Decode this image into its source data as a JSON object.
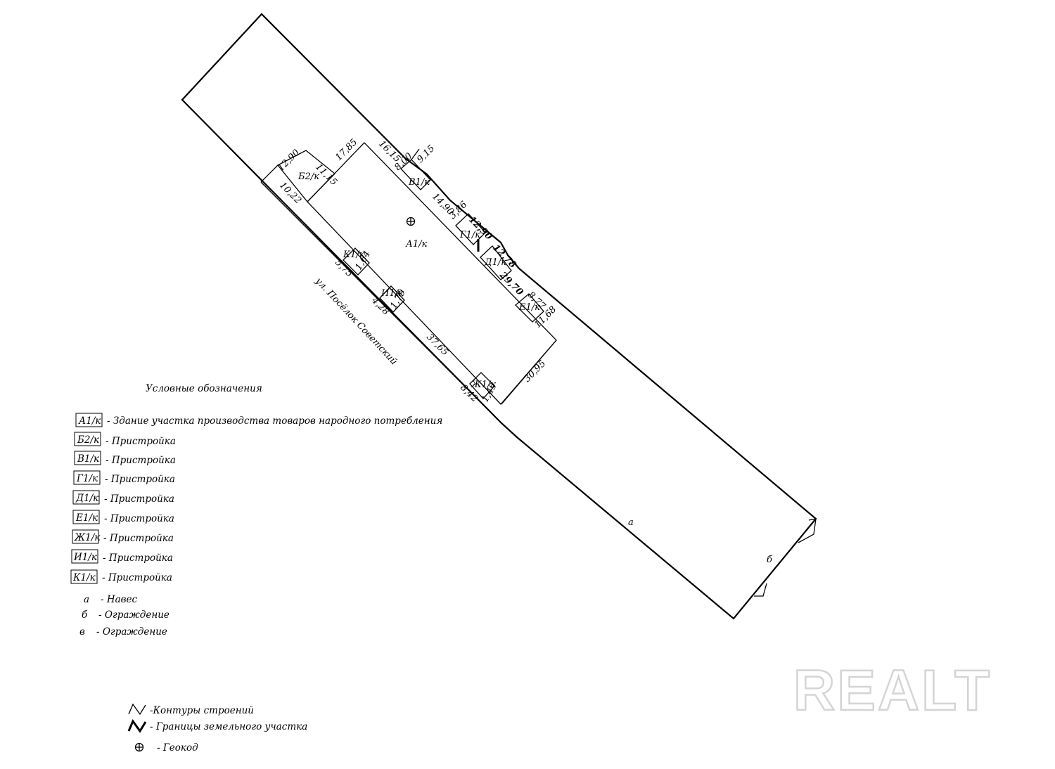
{
  "plan": {
    "street": "ул. Посёлок Советский",
    "main_building": "А1/к",
    "annex_labels": {
      "b2": "Б2/к",
      "v1": "В1/к",
      "g1": "Г1/к",
      "d1": "Д1/к",
      "e1": "Е1/к",
      "zh1": "Ж1/к",
      "i1": "И1/к",
      "k1": "К1/к"
    },
    "markers": {
      "a": "а",
      "b": "б"
    },
    "dimensions": {
      "d1290": "12,90",
      "d1115": "11,15",
      "d1785": "17,85",
      "d1615": "16,15",
      "d800": "8,00",
      "d915": "9,15",
      "d1022": "10,22",
      "d1490": "14,90",
      "d386": "3,86",
      "d1290b": "12,90",
      "d1278": "12,78",
      "d2970": "29,70",
      "d877": "8,77",
      "d1168": "11,68",
      "d575": "5,75",
      "d164": "1,64",
      "d428": "4,28",
      "d179": "1,79",
      "d3765": "37,65",
      "d3095": "30,95",
      "d842": "8,42",
      "d149": "1,49"
    }
  },
  "legend": {
    "title": "Условные обозначения",
    "items": [
      {
        "code": "А1/к",
        "text": "- Здание участка производства товаров народного потребления"
      },
      {
        "code": "Б2/к",
        "text": "- Пристройка"
      },
      {
        "code": "В1/к",
        "text": "- Пристройка"
      },
      {
        "code": "Г1/к",
        "text": "- Пристройка"
      },
      {
        "code": "Д1/к",
        "text": "- Пристройка"
      },
      {
        "code": "Е1/к",
        "text": "- Пристройка"
      },
      {
        "code": "Ж1/к",
        "text": "- Пристройка"
      },
      {
        "code": "И1/к",
        "text": "- Пристройка"
      },
      {
        "code": "К1/к",
        "text": "- Пристройка"
      }
    ],
    "letters": [
      {
        "code": "а",
        "text": "- Навес"
      },
      {
        "code": "б",
        "text": "- Ограждение"
      },
      {
        "code": "в",
        "text": "- Ограждение"
      }
    ],
    "symbols": {
      "contours": "-Контуры строений",
      "boundary": "- Границы земельного участка",
      "geocode": "- Геокод"
    }
  },
  "watermark": "REALT"
}
